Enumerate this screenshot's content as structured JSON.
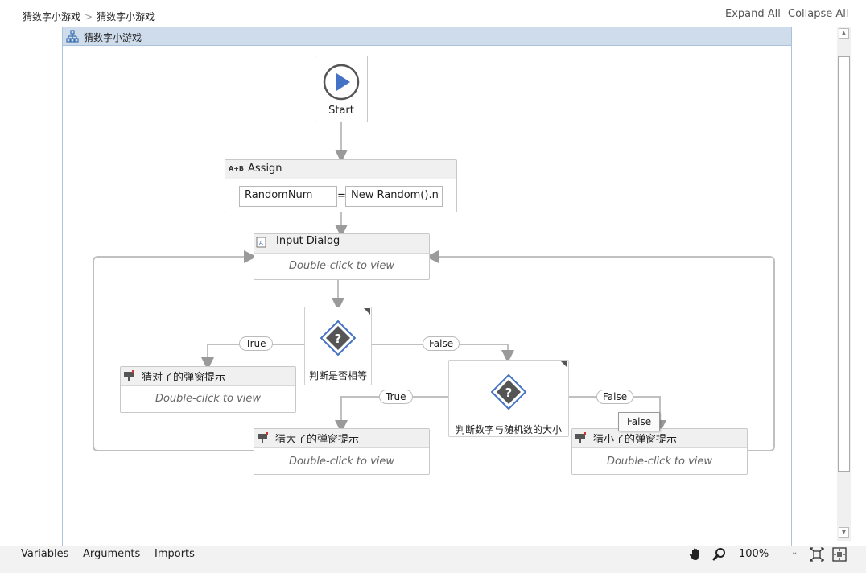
{
  "breadcrumb": {
    "root": "猜数字小游戏",
    "current": "猜数字小游戏"
  },
  "toolbar": {
    "expand_all": "Expand All",
    "collapse_all": "Collapse All"
  },
  "flowchart": {
    "title": "猜数字小游戏",
    "start": {
      "label": "Start"
    },
    "assign": {
      "title": "Assign",
      "icon_text": "A+B",
      "target": "RandomNum",
      "equals": "=",
      "value": "New Random().n"
    },
    "input_dialog": {
      "title": "Input Dialog",
      "hint": "Double-click to view"
    },
    "decision1": {
      "label": "判断是否相等",
      "true_label": "True",
      "false_label": "False"
    },
    "decision2": {
      "label": "判断数字与随机数的大小",
      "true_label": "True",
      "false_label": "False"
    },
    "msg_correct": {
      "title": "猜对了的弹窗提示",
      "hint": "Double-click to view"
    },
    "msg_bigger": {
      "title": "猜大了的弹窗提示",
      "hint": "Double-click to view"
    },
    "msg_smaller": {
      "title": "猜小了的弹窗提示",
      "hint": "Double-click to view"
    },
    "tooltip": "False"
  },
  "bottom": {
    "tabs": [
      "Variables",
      "Arguments",
      "Imports"
    ],
    "zoom": "100%"
  },
  "colors": {
    "accent": "#4472c4",
    "header_bg": "#cfdcec",
    "connector": "#c0c0c0"
  }
}
